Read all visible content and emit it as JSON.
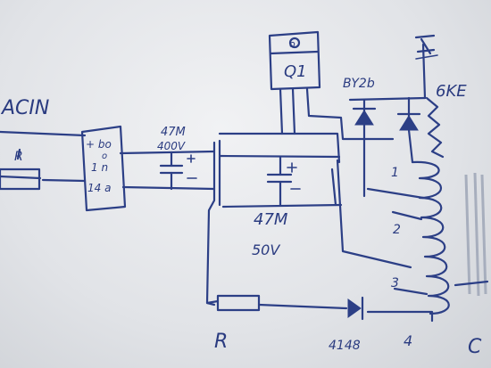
{
  "diagram": {
    "labels": {
      "ac_in": "ACIN",
      "resistor_input": "R",
      "bridge_top": "+ bo",
      "bridge_mid1": "o",
      "bridge_mid2": "1 n",
      "bridge_bottom": "14 a",
      "cap1_value": "47M",
      "cap1_voltage": "400V",
      "transistor_pin": "o",
      "transistor_name": "Q1",
      "diode_pair_name": "BY2b",
      "top_right_label": "6KE",
      "cap2_value": "47M",
      "cap2_voltage": "50V",
      "pin1": "1",
      "pin2": "2",
      "pin3": "3",
      "pin4": "4",
      "resistor_bottom": "R",
      "diode_bottom": "4148",
      "cap_right": "C"
    }
  }
}
